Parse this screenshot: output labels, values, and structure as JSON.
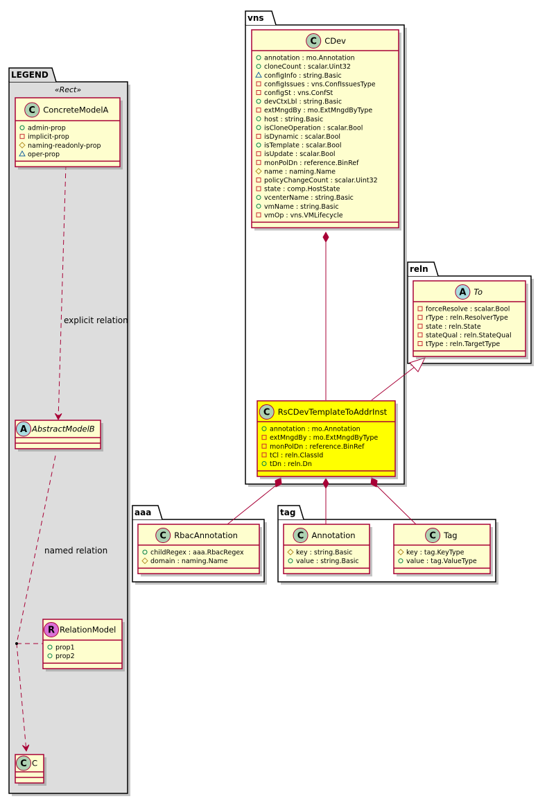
{
  "diagram": {
    "colors": {
      "class_fill": "#FEFECE",
      "class_border": "#A80036",
      "highlight_fill": "#FFFF00",
      "legend_fill": "#DDDDDD",
      "spot_class": "#ADD1B2",
      "spot_abstract": "#A9DCDF",
      "spot_relation": "#DA70D6",
      "vis_public": "#038048",
      "vis_private": "#C82930",
      "vis_protected": "#B38D22",
      "vis_package": "#1963A0"
    },
    "packages": {
      "legend": {
        "label": "LEGEND",
        "stereotype": "«Rect»"
      },
      "vns": {
        "label": "vns"
      },
      "reln": {
        "label": "reln"
      },
      "aaa": {
        "label": "aaa"
      },
      "tag": {
        "label": "tag"
      }
    },
    "classes": {
      "concrete_model_a": {
        "spot": "C",
        "name": "ConcreteModelA",
        "attributes": [
          {
            "vis": "public",
            "text": "admin-prop"
          },
          {
            "vis": "private",
            "text": "implicit-prop"
          },
          {
            "vis": "protected",
            "text": "naming-readonly-prop"
          },
          {
            "vis": "package",
            "text": "oper-prop"
          }
        ]
      },
      "abstract_model_b": {
        "spot": "A",
        "name": "AbstractModelB",
        "attributes": []
      },
      "relation_model": {
        "spot": "R",
        "name": "RelationModel",
        "attributes": [
          {
            "vis": "public",
            "text": "prop1"
          },
          {
            "vis": "public",
            "text": "prop2"
          }
        ]
      },
      "c": {
        "spot": "C",
        "name": "C",
        "attributes": []
      },
      "cdev": {
        "spot": "C",
        "name": "CDev",
        "attributes": [
          {
            "vis": "public",
            "text": "annotation : mo.Annotation"
          },
          {
            "vis": "public",
            "text": "cloneCount : scalar.Uint32"
          },
          {
            "vis": "package",
            "text": "configInfo : string.Basic"
          },
          {
            "vis": "private",
            "text": "configIssues : vns.ConfIssuesType"
          },
          {
            "vis": "private",
            "text": "configSt : vns.ConfSt"
          },
          {
            "vis": "public",
            "text": "devCtxLbl : string.Basic"
          },
          {
            "vis": "private",
            "text": "extMngdBy : mo.ExtMngdByType"
          },
          {
            "vis": "public",
            "text": "host : string.Basic"
          },
          {
            "vis": "public",
            "text": "isCloneOperation : scalar.Bool"
          },
          {
            "vis": "private",
            "text": "isDynamic : scalar.Bool"
          },
          {
            "vis": "public",
            "text": "isTemplate : scalar.Bool"
          },
          {
            "vis": "private",
            "text": "isUpdate : scalar.Bool"
          },
          {
            "vis": "private",
            "text": "monPolDn : reference.BinRef"
          },
          {
            "vis": "protected",
            "text": "name : naming.Name"
          },
          {
            "vis": "private",
            "text": "policyChangeCount : scalar.Uint32"
          },
          {
            "vis": "private",
            "text": "state : comp.HostState"
          },
          {
            "vis": "public",
            "text": "vcenterName : string.Basic"
          },
          {
            "vis": "public",
            "text": "vmName : string.Basic"
          },
          {
            "vis": "private",
            "text": "vmOp : vns.VMLifecycle"
          }
        ]
      },
      "to": {
        "spot": "A",
        "name": "To",
        "attributes": [
          {
            "vis": "private",
            "text": "forceResolve : scalar.Bool"
          },
          {
            "vis": "private",
            "text": "rType : reln.ResolverType"
          },
          {
            "vis": "private",
            "text": "state : reln.State"
          },
          {
            "vis": "private",
            "text": "stateQual : reln.StateQual"
          },
          {
            "vis": "private",
            "text": "tType : reln.TargetType"
          }
        ]
      },
      "rs_cdev": {
        "spot": "C",
        "name": "RsCDevTemplateToAddrInst",
        "attributes": [
          {
            "vis": "public",
            "text": "annotation : mo.Annotation"
          },
          {
            "vis": "private",
            "text": "extMngdBy : mo.ExtMngdByType"
          },
          {
            "vis": "private",
            "text": "monPolDn : reference.BinRef"
          },
          {
            "vis": "private",
            "text": "tCl : reln.ClassId"
          },
          {
            "vis": "public",
            "text": "tDn : reln.Dn"
          }
        ]
      },
      "rbac_annotation": {
        "spot": "C",
        "name": "RbacAnnotation",
        "attributes": [
          {
            "vis": "public",
            "text": "childRegex : aaa.RbacRegex"
          },
          {
            "vis": "protected",
            "text": "domain : naming.Name"
          }
        ]
      },
      "annotation": {
        "spot": "C",
        "name": "Annotation",
        "attributes": [
          {
            "vis": "protected",
            "text": "key : string.Basic"
          },
          {
            "vis": "public",
            "text": "value : string.Basic"
          }
        ]
      },
      "tag": {
        "spot": "C",
        "name": "Tag",
        "attributes": [
          {
            "vis": "protected",
            "text": "key : tag.KeyType"
          },
          {
            "vis": "public",
            "text": "value : tag.ValueType"
          }
        ]
      }
    },
    "relations": {
      "explicit": {
        "label": "explicit relation",
        "from": "ConcreteModelA",
        "to": "AbstractModelB",
        "kind": "dependency"
      },
      "named": {
        "label": "named relation",
        "from": "AbstractModelB",
        "to": "C",
        "kind": "dependency",
        "association_class": "RelationModel"
      },
      "cdev_composition": {
        "from": "CDev",
        "to": "RsCDevTemplateToAddrInst",
        "kind": "composition"
      },
      "to_inheritance": {
        "from": "RsCDevTemplateToAddrInst",
        "to": "To",
        "kind": "generalization"
      },
      "rbac_composition": {
        "from": "RsCDevTemplateToAddrInst",
        "to": "RbacAnnotation",
        "kind": "composition"
      },
      "annotation_composition": {
        "from": "RsCDevTemplateToAddrInst",
        "to": "Annotation",
        "kind": "composition"
      },
      "tag_composition": {
        "from": "RsCDevTemplateToAddrInst",
        "to": "Tag",
        "kind": "composition"
      }
    }
  }
}
